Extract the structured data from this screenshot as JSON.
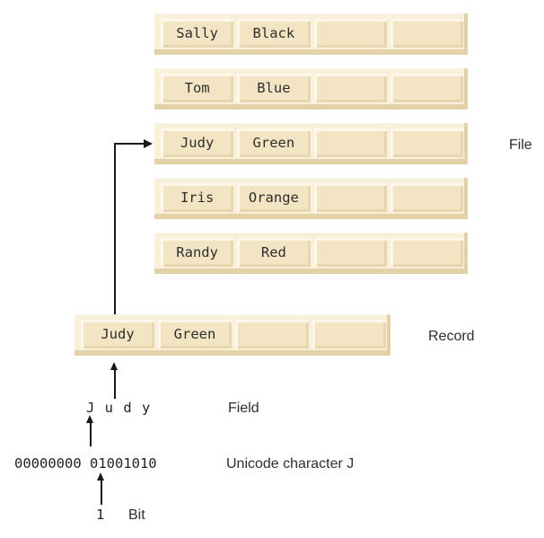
{
  "palette": {
    "bar_bg": "#f8f0db",
    "bar_shadow": "#e3d1a7",
    "cell_bg": "#f3e5c4",
    "cell_highlight": "#fcf7e9",
    "cell_shadow": "#e7d6ae",
    "line_color": "#1a1a1a",
    "text_color": "#2e2e2e"
  },
  "file": {
    "label": "File",
    "rows": [
      [
        "Sally",
        "Black",
        "",
        ""
      ],
      [
        "Tom",
        "Blue",
        "",
        ""
      ],
      [
        "Judy",
        "Green",
        "",
        ""
      ],
      [
        "Iris",
        "Orange",
        "",
        ""
      ],
      [
        "Randy",
        "Red",
        "",
        ""
      ]
    ]
  },
  "record": {
    "label": "Record",
    "cells": [
      "Judy",
      "Green",
      "",
      ""
    ]
  },
  "field": {
    "label": "Field",
    "value": "J u d y"
  },
  "unicode": {
    "label": "Unicode character J",
    "value": "00000000 01001010"
  },
  "bit": {
    "label": "Bit",
    "value": "1"
  }
}
